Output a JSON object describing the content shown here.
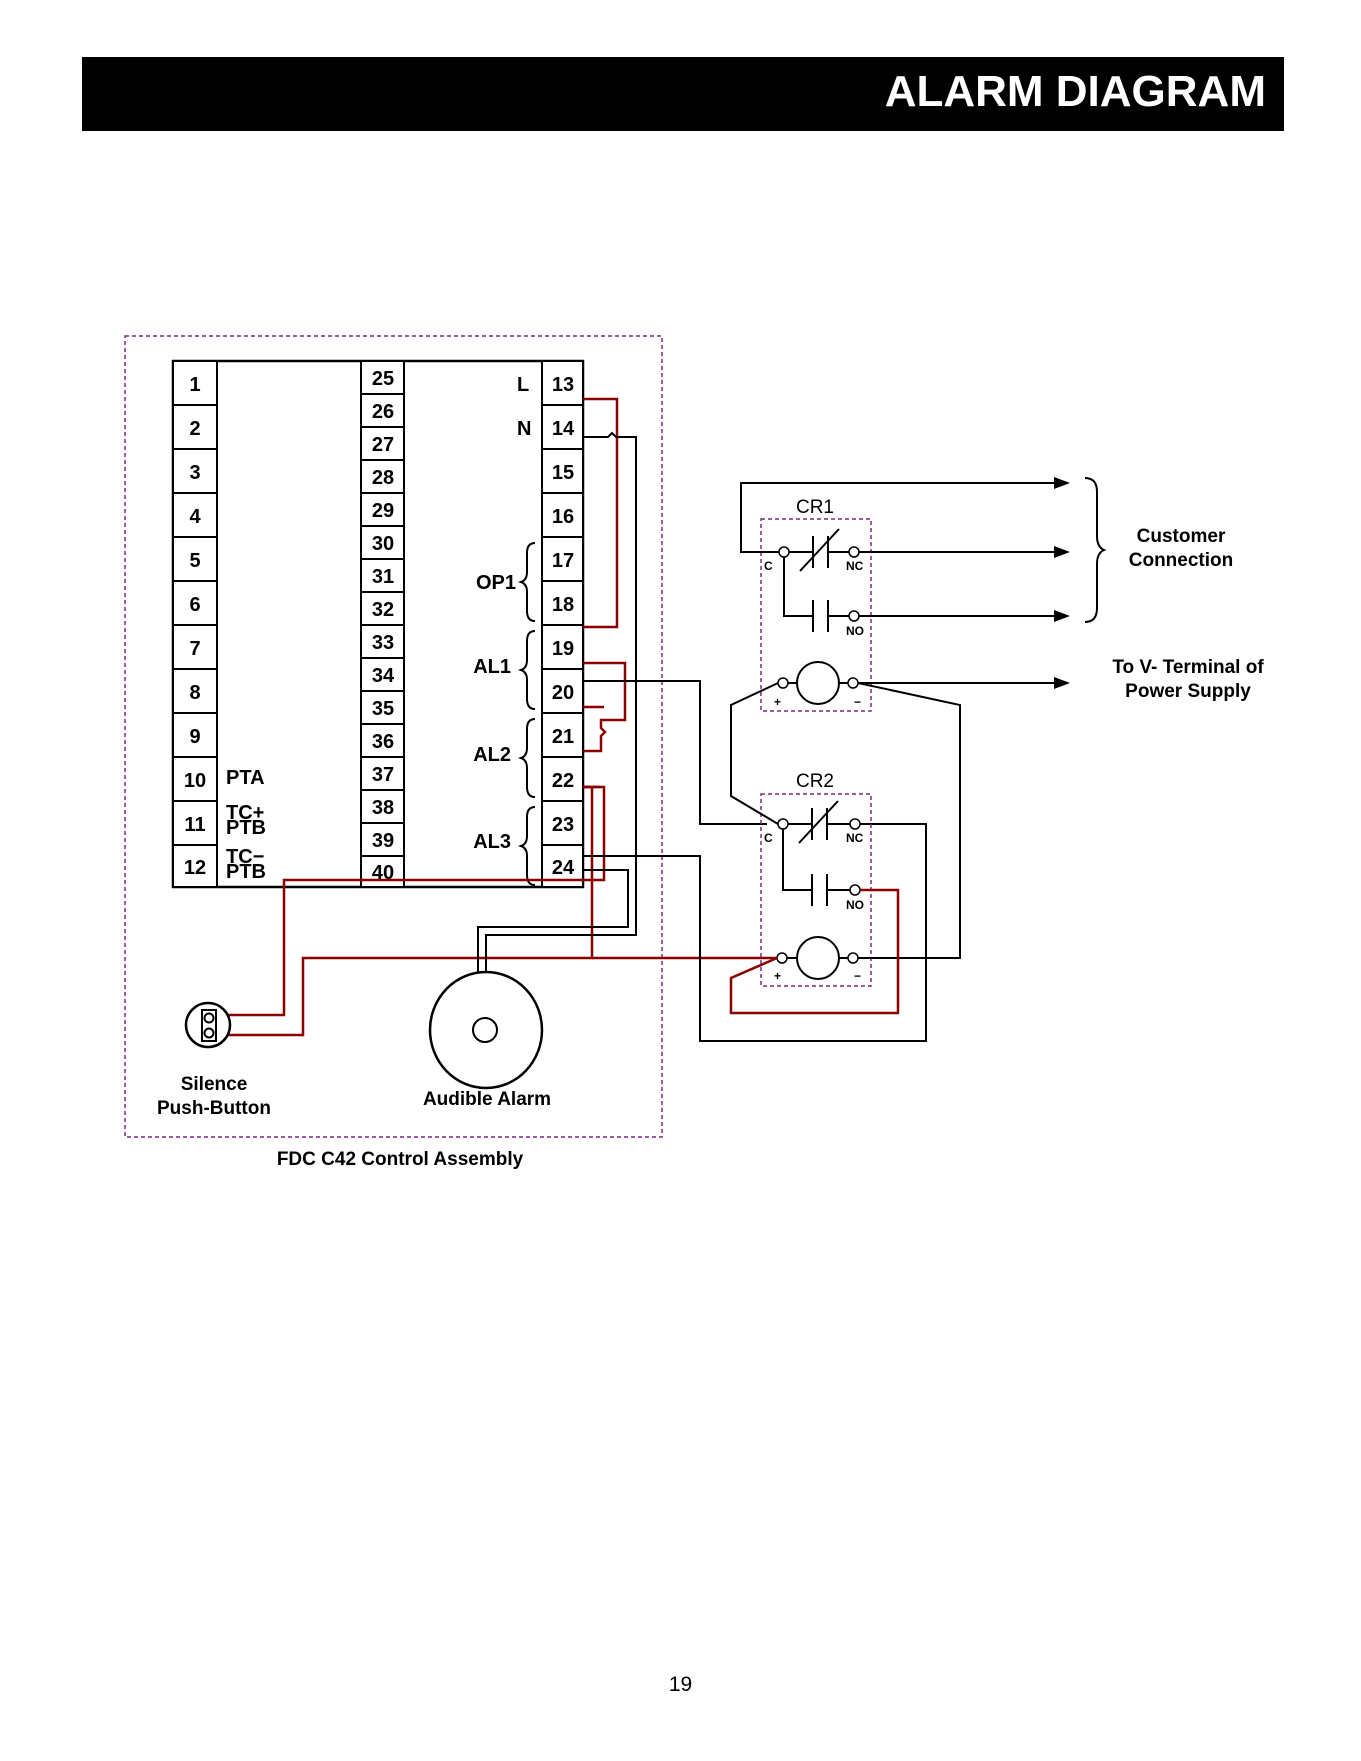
{
  "header": {
    "title": "ALARM DIAGRAM"
  },
  "controller": {
    "terminals_left": [
      "1",
      "2",
      "3",
      "4",
      "5",
      "6",
      "7",
      "8",
      "9",
      "10",
      "11",
      "12"
    ],
    "terminals_middle": [
      "25",
      "26",
      "27",
      "28",
      "29",
      "30",
      "31",
      "32",
      "33",
      "34",
      "35",
      "36",
      "37",
      "38",
      "39",
      "40"
    ],
    "terminals_right": [
      "13",
      "14",
      "15",
      "16",
      "17",
      "18",
      "19",
      "20",
      "21",
      "22",
      "23",
      "24"
    ],
    "label_pta": "PTA",
    "label_tc_plus": "TC+",
    "label_ptb_1": "PTB",
    "label_tc_minus": "TC−",
    "label_ptb_2": "PTB",
    "label_l": "L",
    "label_n": "N",
    "label_op1": "OP1",
    "label_al1": "AL1",
    "label_al2": "AL2",
    "label_al3": "AL3"
  },
  "relays": {
    "cr1": {
      "name": "CR1",
      "c": "C",
      "nc": "NC",
      "no": "NO",
      "plus": "+",
      "minus": "−"
    },
    "cr2": {
      "name": "CR2",
      "c": "C",
      "nc": "NC",
      "no": "NO",
      "plus": "+",
      "minus": "−"
    }
  },
  "labels": {
    "customer_connection_1": "Customer",
    "customer_connection_2": "Connection",
    "power_supply_1": "To V- Terminal of",
    "power_supply_2": "Power Supply",
    "silence_1": "Silence",
    "silence_2": "Push-Button",
    "audible_alarm": "Audible Alarm",
    "assembly": "FDC C42 Control Assembly"
  },
  "colors": {
    "header_bg": "#000000",
    "wire_red": "#8b0000",
    "wire_black": "#000000",
    "dashed_box": "#7a2a7a"
  },
  "page_number": "19"
}
